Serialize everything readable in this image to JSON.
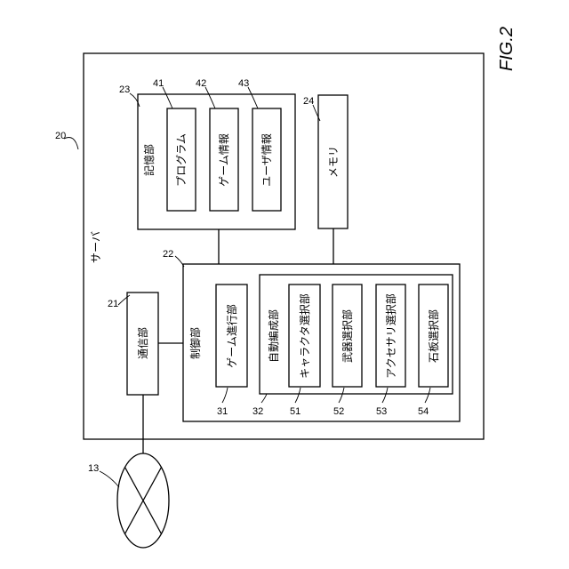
{
  "figure": {
    "label": "FIG.2"
  },
  "server": {
    "label": "サーバ",
    "ref": "20"
  },
  "storage": {
    "label": "記憶部",
    "ref": "23"
  },
  "program": {
    "label": "プログラム",
    "ref": "41"
  },
  "game_info": {
    "label": "ゲーム情報",
    "ref": "42"
  },
  "user_info": {
    "label": "ユーザ情報",
    "ref": "43"
  },
  "memory": {
    "label": "メモリ",
    "ref": "24"
  },
  "communication": {
    "label": "通信部",
    "ref": "21"
  },
  "control": {
    "label": "制御部",
    "ref": "22"
  },
  "game_progress": {
    "label": "ゲーム進行部",
    "ref": "31"
  },
  "auto_formation": {
    "label": "自動編成部",
    "ref": "32"
  },
  "character_select": {
    "label": "キャラクタ選択部",
    "ref": "51"
  },
  "weapon_select": {
    "label": "武器選択部",
    "ref": "52"
  },
  "accessory_select": {
    "label": "アクセサリ選択部",
    "ref": "53"
  },
  "stone_select": {
    "label": "石板選択部",
    "ref": "54"
  },
  "network": {
    "ref": "13"
  }
}
